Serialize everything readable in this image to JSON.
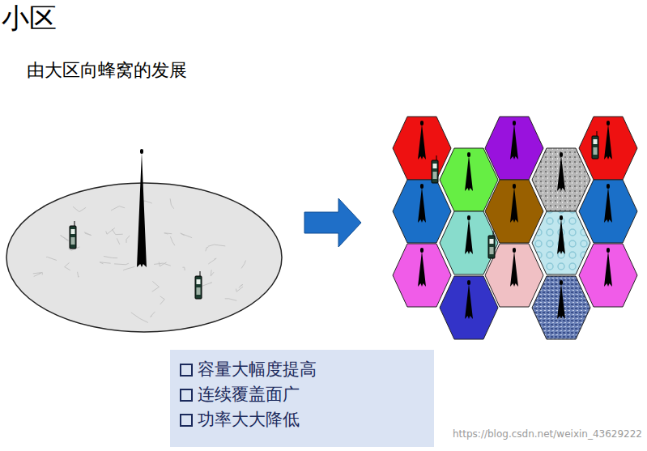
{
  "diagram": {
    "title": "小区",
    "nodes": [
      {
        "text": [
          "容量大幅度提高",
          "连续覆盖面广",
          "功率大大降低"
        ]
      }
    ],
    "labels": [
      "由大区向蜂窝的发展",
      "https://blog.csdn.net/weixin_43629222"
    ]
  }
}
